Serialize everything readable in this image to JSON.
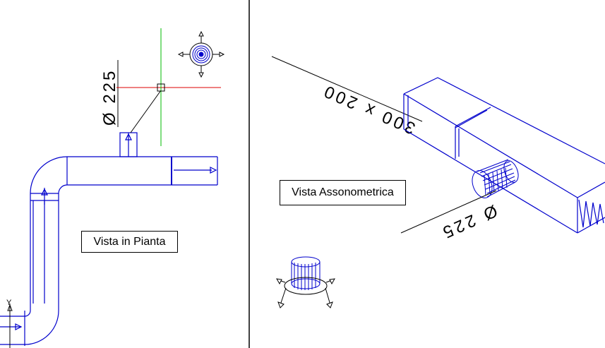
{
  "plan_view": {
    "label": "Vista in Pianta",
    "dimension_text": "Ø 225"
  },
  "axonometric_view": {
    "label": "Vista Assonometrica",
    "dimension_main": "Ø 225",
    "dimension_duct": "300 x 200"
  },
  "ucs": {
    "y_axis_label": "Y"
  },
  "colors": {
    "duct": "#0000cc",
    "crosshair_x": "#dd0000",
    "crosshair_y": "#00bb00",
    "divider": "#000000",
    "background": "#ffffff"
  }
}
